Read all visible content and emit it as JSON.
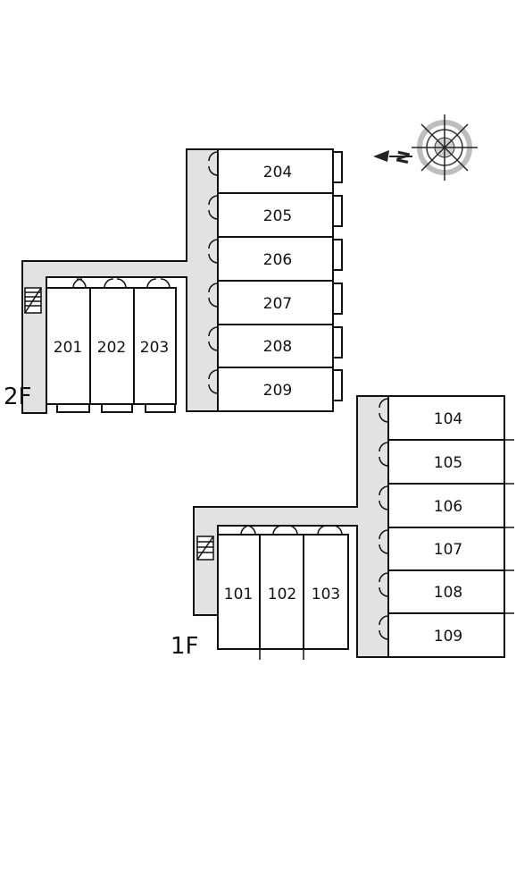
{
  "floors": [
    {
      "label": "2F",
      "rooms": [
        {
          "id": "201",
          "label": "201"
        },
        {
          "id": "202",
          "label": "202"
        },
        {
          "id": "203",
          "label": "203"
        },
        {
          "id": "204",
          "label": "204"
        },
        {
          "id": "205",
          "label": "205"
        },
        {
          "id": "206",
          "label": "206"
        },
        {
          "id": "207",
          "label": "207"
        },
        {
          "id": "208",
          "label": "208"
        },
        {
          "id": "209",
          "label": "209"
        }
      ]
    },
    {
      "label": "1F",
      "rooms": [
        {
          "id": "101",
          "label": "101"
        },
        {
          "id": "102",
          "label": "102"
        },
        {
          "id": "103",
          "label": "103"
        },
        {
          "id": "104",
          "label": "104"
        },
        {
          "id": "105",
          "label": "105"
        },
        {
          "id": "106",
          "label": "106"
        },
        {
          "id": "107",
          "label": "107"
        },
        {
          "id": "108",
          "label": "108"
        },
        {
          "id": "109",
          "label": "109"
        }
      ]
    }
  ],
  "compass": {
    "north_letter": "N"
  },
  "colors": {
    "corridor": "#e2e2e2",
    "wall": "#111111",
    "room_fill": "#ffffff"
  }
}
